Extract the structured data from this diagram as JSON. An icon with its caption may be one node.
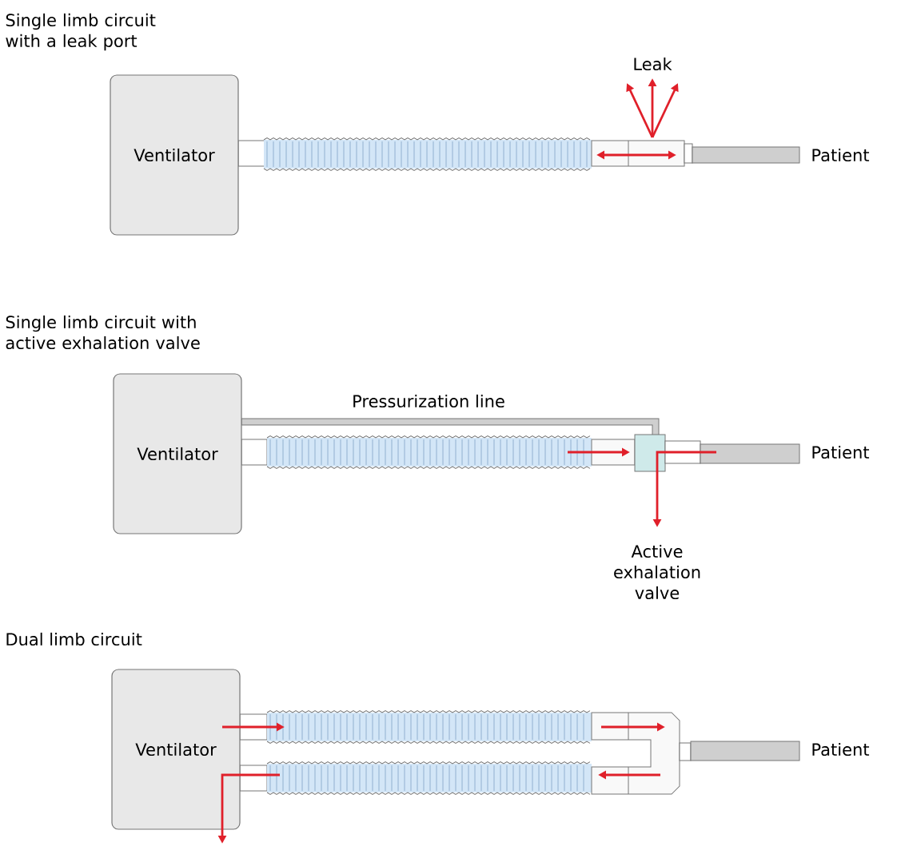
{
  "diagram": {
    "nodes": [
      {
        "text": [
          "Ventilator"
        ]
      },
      {
        "text": [
          "Ventilator"
        ]
      },
      {
        "text": [
          "Ventilator"
        ]
      }
    ],
    "labels": [
      "Single limb circuit with a leak port",
      "Leak",
      "Patient",
      "Single limb circuit with active exhalation valve",
      "Pressurization line",
      "Patient",
      "Active exhalation valve",
      "Dual limb circuit",
      "Patient"
    ]
  }
}
